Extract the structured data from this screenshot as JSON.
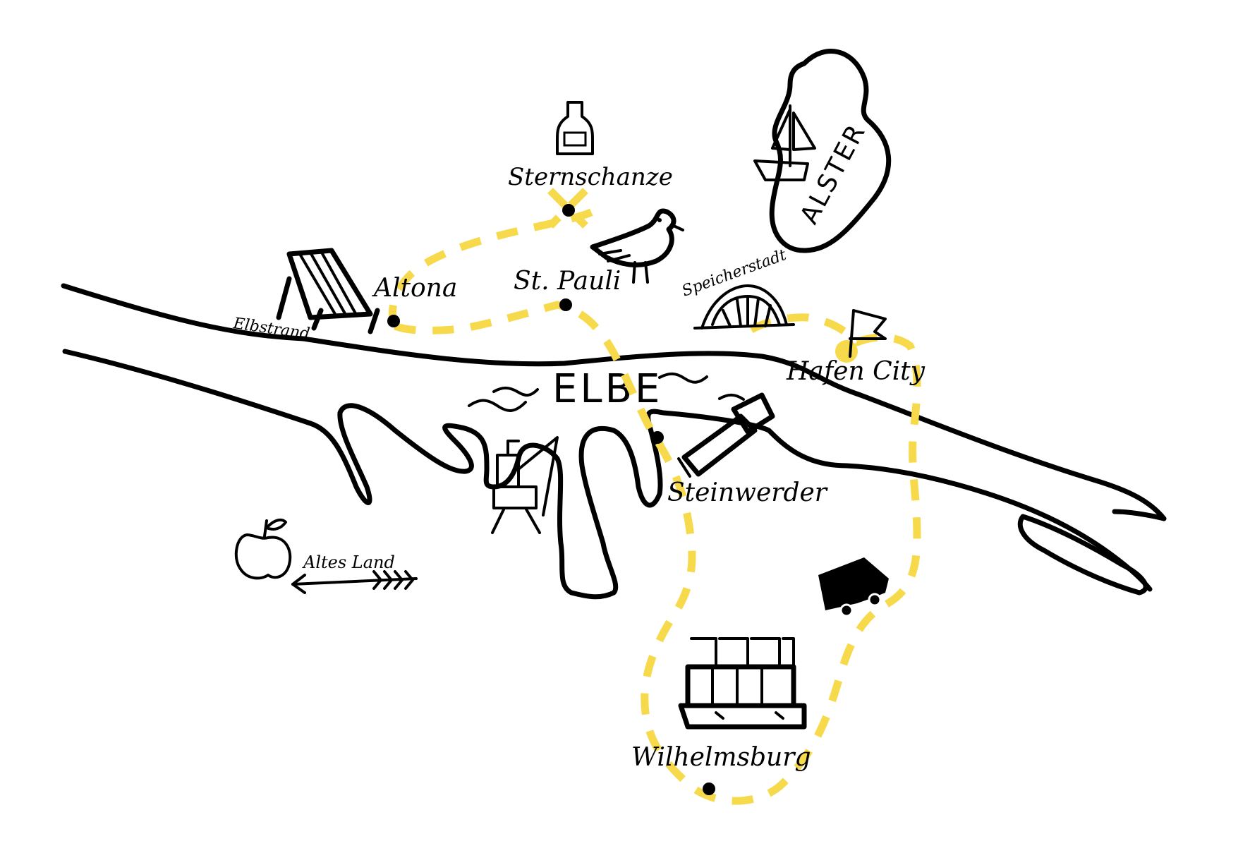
{
  "colors": {
    "ink": "#000000",
    "route": "#f7d94c",
    "background": "#ffffff"
  },
  "water": {
    "elbe": "ELBE",
    "alster": "ALSTER"
  },
  "places": {
    "sternschanze": "Sternschanze",
    "altona": "Altona",
    "st_pauli": "St. Pauli",
    "speicherstadt": "Speicherstadt",
    "hafen_city": "Hafen City",
    "steinwerder": "Steinwerder",
    "wilhelmsburg": "Wilhelmsburg",
    "elbstrand": "Elbstrand",
    "altes_land": "Altes Land"
  },
  "icons": [
    "bottle-icon",
    "seagull-icon",
    "sailboat-icon",
    "beach-chair-icon",
    "bridge-icon",
    "flag-icon",
    "crane-icon",
    "telescope-icon",
    "apple-icon",
    "arrow-icon",
    "truck-icon",
    "building-icon"
  ]
}
